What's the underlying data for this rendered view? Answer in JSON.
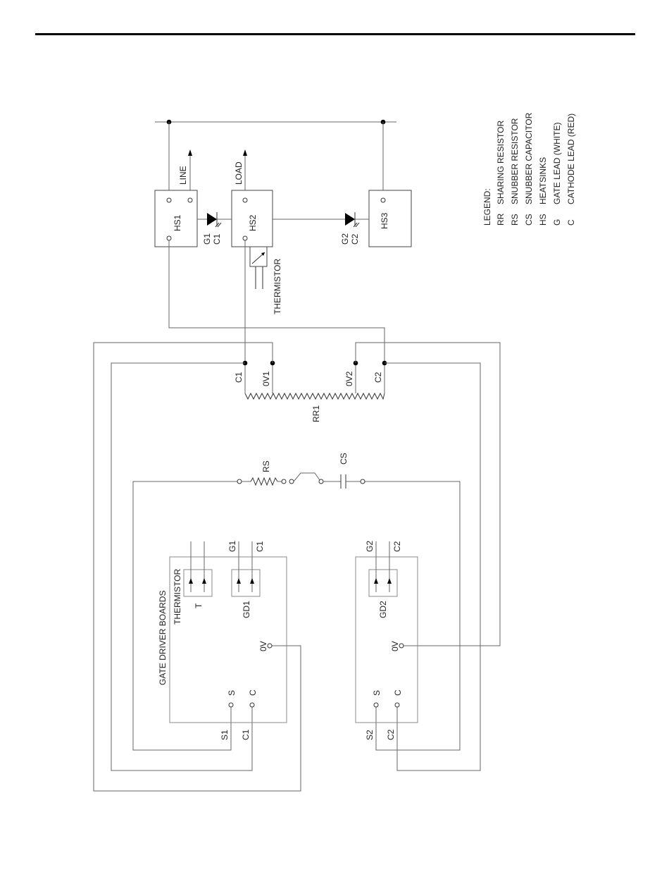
{
  "colors": {
    "wire": "#666666",
    "ink": "#000000",
    "text": "#222222"
  },
  "heatsinks": {
    "hs1": "HS1",
    "hs2": "HS2",
    "hs3": "HS3"
  },
  "leads": {
    "line": "LINE",
    "load": "LOAD",
    "g1": "G1",
    "c1": "C1",
    "g2": "G2",
    "c2": "C2"
  },
  "thermistor_label": "THERMISTOR",
  "sharing_resistor": {
    "name": "RR1",
    "c1": "C1",
    "ov1": "0V1",
    "ov2": "0V2",
    "c2": "C2"
  },
  "snubber": {
    "resistor": "RS",
    "capacitor": "CS"
  },
  "gate_driver_boards": {
    "title": "GATE DRIVER BOARDS",
    "thermistor_label": "THERMISTOR",
    "board1": {
      "t_label": "T",
      "gd_label": "GD1",
      "g_lead": "G1",
      "c_lead": "C1",
      "ov": "0V",
      "s": "S",
      "c": "C",
      "s_out": "S1",
      "c_out": "C1"
    },
    "board2": {
      "gd_label": "GD2",
      "g_lead": "G2",
      "c_lead": "C2",
      "ov": "0V",
      "s": "S",
      "c": "C",
      "s_out": "S2",
      "c_out": "C2"
    }
  },
  "legend": {
    "title": "LEGEND:",
    "items": [
      {
        "code": "RR",
        "desc": "SHARING RESISTOR"
      },
      {
        "code": "RS",
        "desc": "SNUBBER RESISTOR"
      },
      {
        "code": "CS",
        "desc": "SNUBBER CAPACITOR"
      },
      {
        "code": "HS",
        "desc": "HEATSINKS"
      },
      {
        "code": "G",
        "desc": "GATE LEAD (WHITE)"
      },
      {
        "code": "C",
        "desc": "CATHODE LEAD (RED)"
      }
    ]
  }
}
